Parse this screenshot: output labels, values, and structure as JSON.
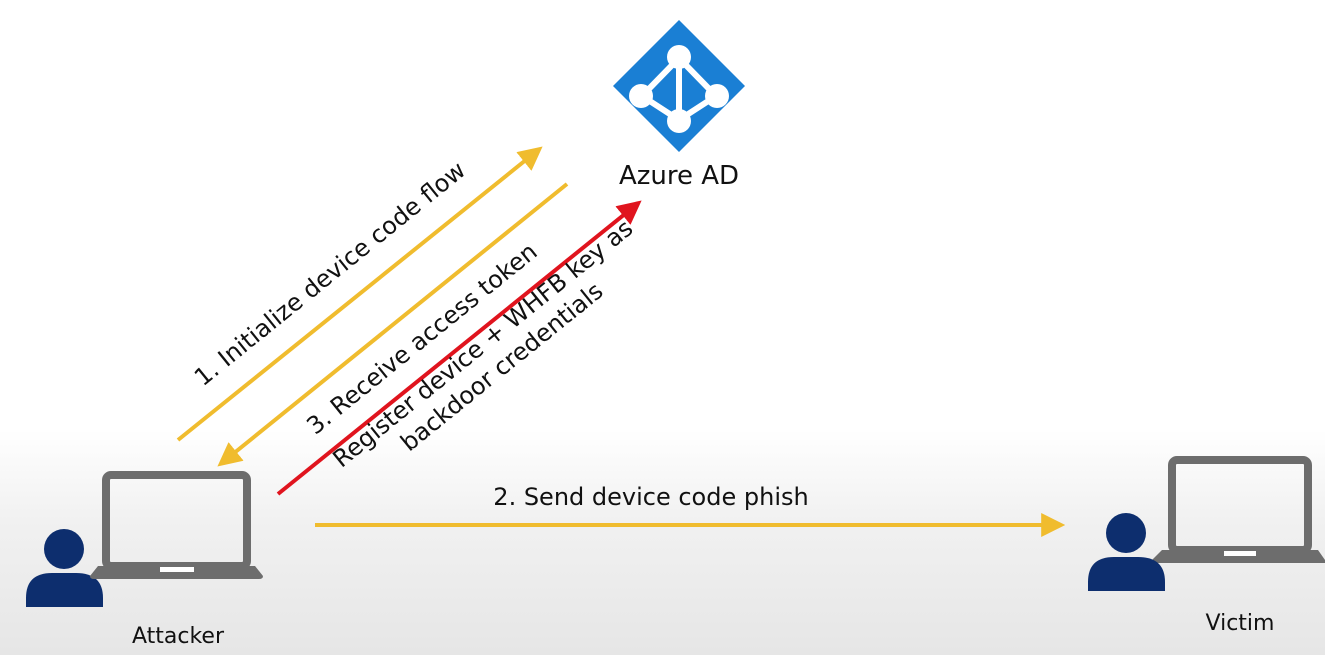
{
  "nodes": {
    "azure": {
      "label": "Azure AD"
    },
    "attacker": {
      "label": "Attacker"
    },
    "victim": {
      "label": "Victim"
    }
  },
  "steps": {
    "init": {
      "label": "1. Initialize device code flow"
    },
    "phish": {
      "label": "2. Send device code phish"
    },
    "token": {
      "label": "3. Receive access token"
    },
    "register": {
      "line1": "Register device + WHFB key as",
      "line2": "backdoor credentials"
    }
  },
  "colors": {
    "azure_blue": "#1a7fd4",
    "arrow_yellow": "#f0bc2e",
    "arrow_red": "#e0141e",
    "person_navy": "#0d2e6e",
    "laptop_gray": "#6d6d6d"
  }
}
